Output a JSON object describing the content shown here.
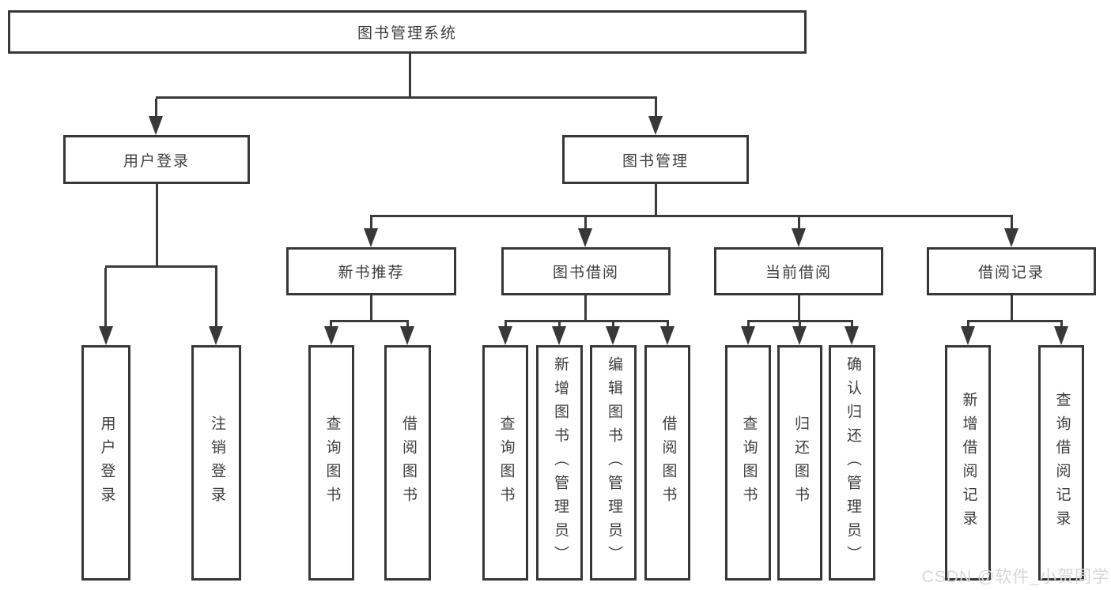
{
  "tree": {
    "label": "图书管理系统",
    "children": [
      {
        "label": "用户登录",
        "children": [
          {
            "label": "用户登录"
          },
          {
            "label": "注销登录"
          }
        ]
      },
      {
        "label": "图书管理",
        "children": [
          {
            "label": "新书推荐",
            "children": [
              {
                "label": "查询图书"
              },
              {
                "label": "借阅图书"
              }
            ]
          },
          {
            "label": "图书借阅",
            "children": [
              {
                "label": "查询图书"
              },
              {
                "label": "新增图书（管理员）"
              },
              {
                "label": "编辑图书（管理员）"
              },
              {
                "label": "借阅图书"
              }
            ]
          },
          {
            "label": "当前借阅",
            "children": [
              {
                "label": "查询图书"
              },
              {
                "label": "归还图书"
              },
              {
                "label": "确认归还（管理员）"
              }
            ]
          },
          {
            "label": "借阅记录",
            "children": [
              {
                "label": "新增借阅记录"
              },
              {
                "label": "查询借阅记录"
              }
            ]
          }
        ]
      }
    ]
  },
  "watermark": "CSDN @软件_小贺同学",
  "colors": {
    "line": "#3a3a3a",
    "border": "#373737",
    "text": "#3d3d3d",
    "watermark": "#d7d7d7",
    "background": "#ffffff"
  }
}
